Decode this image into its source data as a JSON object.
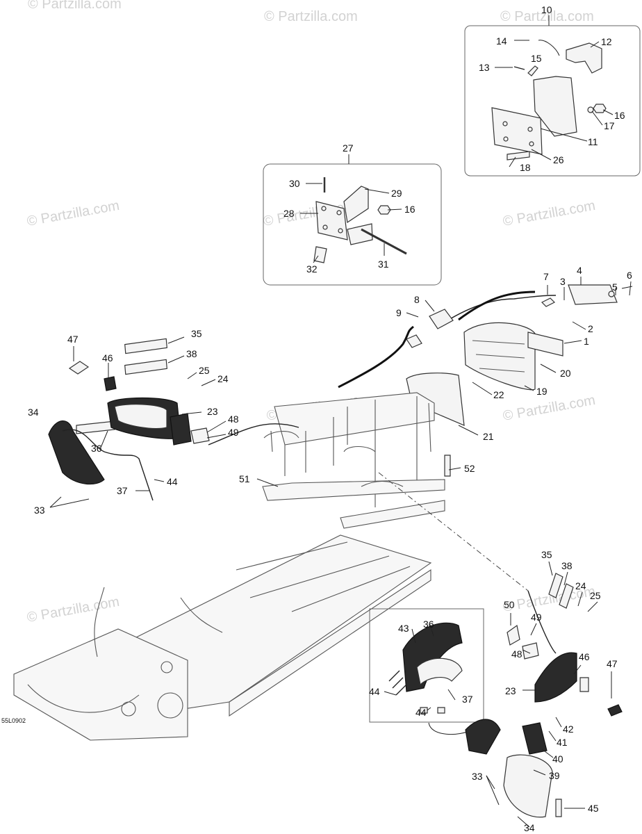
{
  "watermark": "© Partzilla.com",
  "diagram_code": "55L0902",
  "callouts": {
    "c1": "1",
    "c2": "2",
    "c3": "3",
    "c4": "4",
    "c5": "5",
    "c6": "6",
    "c7": "7",
    "c8": "8",
    "c9": "9",
    "c10": "10",
    "c11": "11",
    "c12": "12",
    "c13": "13",
    "c14": "14",
    "c15": "15",
    "c16a": "16",
    "c16b": "16",
    "c17": "17",
    "c18": "18",
    "c19": "19",
    "c20": "20",
    "c21": "21",
    "c22": "22",
    "c23a": "23",
    "c23b": "23",
    "c24a": "24",
    "c24b": "24",
    "c25a": "25",
    "c25b": "25",
    "c26": "26",
    "c27": "27",
    "c28": "28",
    "c29": "29",
    "c30": "30",
    "c31": "31",
    "c32": "32",
    "c33a": "33",
    "c33b": "33",
    "c34a": "34",
    "c34b": "34",
    "c35a": "35",
    "c35b": "35",
    "c36a": "36",
    "c36b": "36",
    "c37a": "37",
    "c37b": "37",
    "c38a": "38",
    "c38b": "38",
    "c39": "39",
    "c40": "40",
    "c41": "41",
    "c42": "42",
    "c43": "43",
    "c44a": "44",
    "c44b": "44",
    "c44c": "44",
    "c45": "45",
    "c46a": "46",
    "c46b": "46",
    "c47a": "47",
    "c47b": "47",
    "c48a": "48",
    "c48b": "48",
    "c49a": "49",
    "c49b": "49",
    "c50": "50",
    "c51": "51",
    "c52": "52"
  }
}
